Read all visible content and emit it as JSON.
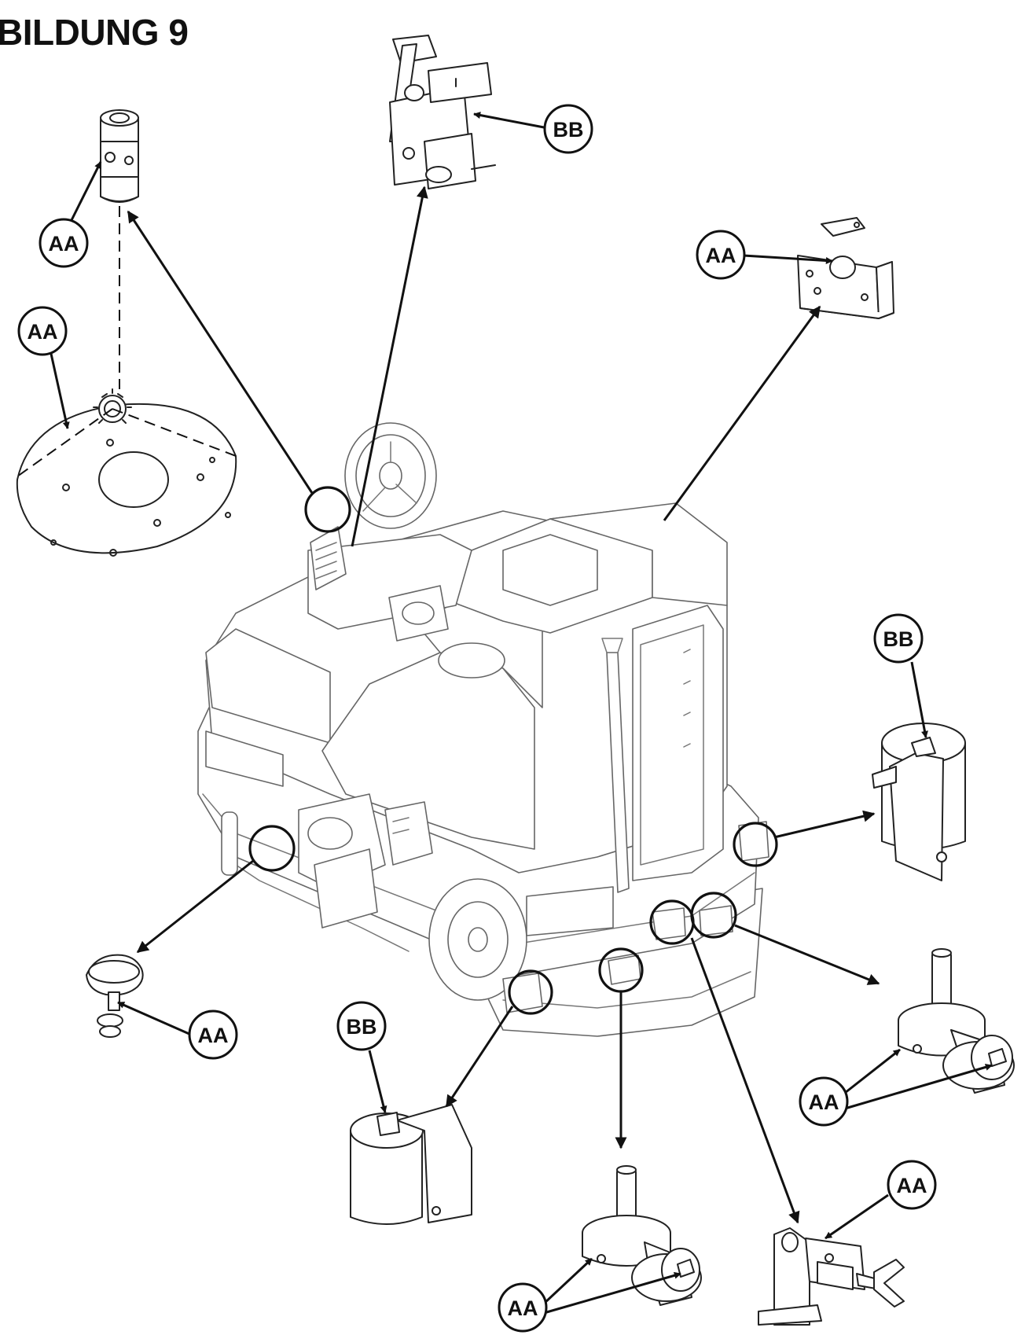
{
  "figure": {
    "title": "BILDUNG 9"
  },
  "callouts": {
    "bb_top": "BB",
    "aa_coupler": "AA",
    "aa_pad_driver": "AA",
    "aa_bracket": "AA",
    "bb_right_roller": "BB",
    "aa_knob": "AA",
    "bb_bottom_roller": "BB",
    "aa_right_caster": "AA",
    "aa_bottom_caster": "AA",
    "aa_latch": "AA"
  }
}
